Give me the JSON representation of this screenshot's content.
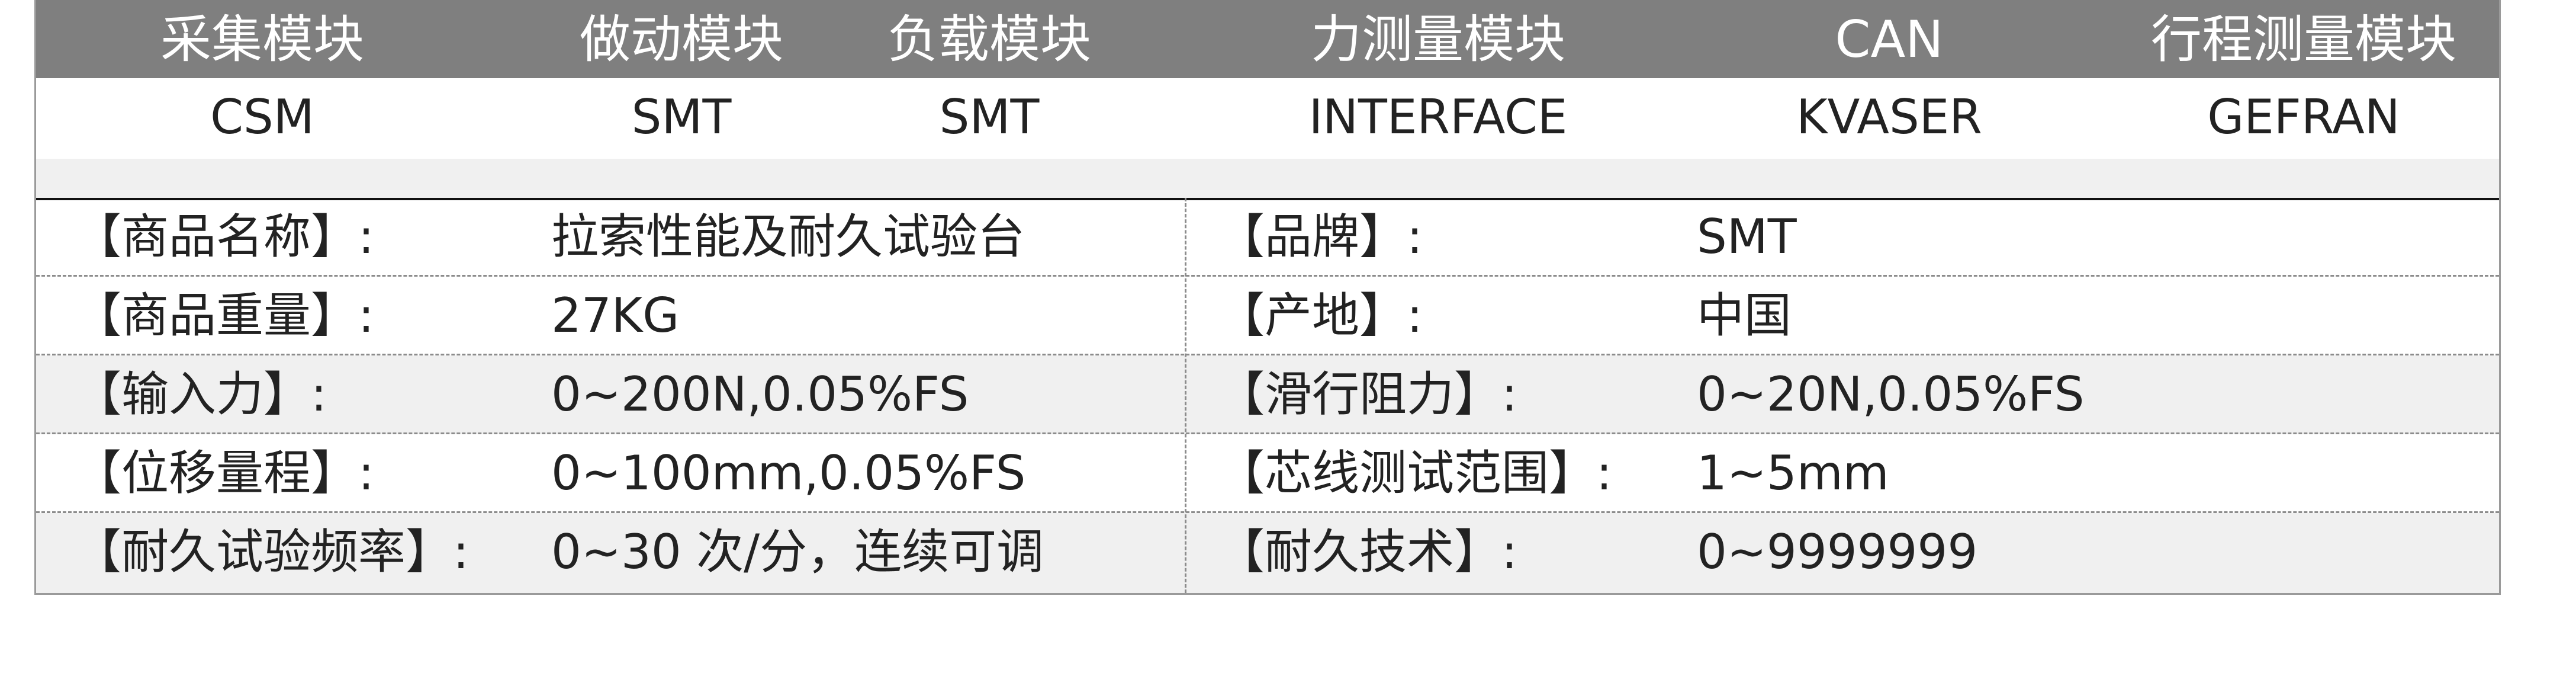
{
  "modules": [
    {
      "name": "采集模块",
      "brand": "CSM"
    },
    {
      "name": "做动模块",
      "brand": "SMT"
    },
    {
      "name": "负载模块",
      "brand": "SMT"
    },
    {
      "name": "力测量模块",
      "brand": "INTERFACE"
    },
    {
      "name": "CAN",
      "brand": "KVASER"
    },
    {
      "name": "行程测量模块",
      "brand": "GEFRAN"
    }
  ],
  "specs": [
    {
      "label_left": "【商品名称】:",
      "value_left": "拉索性能及耐久试验台",
      "label_right": "【品牌】:",
      "value_right": "SMT"
    },
    {
      "label_left": "【商品重量】:",
      "value_left": "27KG",
      "label_right": "【产地】:",
      "value_right": "中国"
    },
    {
      "label_left": "【输入力】:",
      "value_left": "0~200N,0.05%FS",
      "label_right": "【滑行阻力】:",
      "value_right": "0~20N,0.05%FS"
    },
    {
      "label_left": "【位移量程】:",
      "value_left": "0~100mm,0.05%FS",
      "label_right": "【芯线测试范围】:",
      "value_right": "1~5mm"
    },
    {
      "label_left": "【耐久试验频率】:",
      "value_left": "0~30 次/分，连续可调",
      "label_right": "【耐久技术】:",
      "value_right": "0~9999999"
    }
  ],
  "colors": {
    "header_bg": "#7f7f7f",
    "shaded_row": "#f0f0f0",
    "border": "#9a9a9a",
    "text": "#222222"
  }
}
